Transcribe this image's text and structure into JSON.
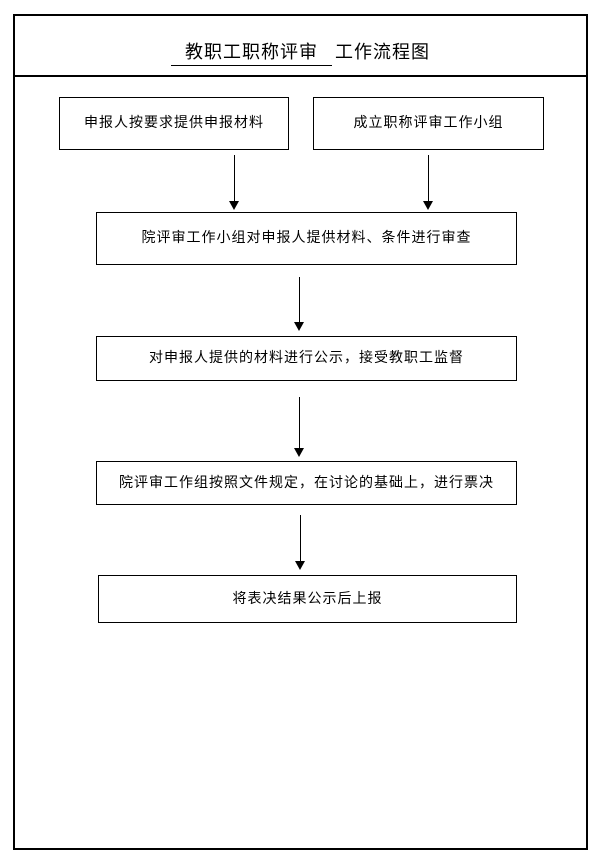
{
  "title": {
    "underlined_part": "教职工职称评审",
    "plain_part": "工作流程图"
  },
  "flowchart": {
    "start_nodes": [
      {
        "label": "申报人按要求提供申报材料"
      },
      {
        "label": "成立职称评审工作小组"
      }
    ],
    "steps": [
      {
        "label": "院评审工作小组对申报人提供材料、条件进行审查"
      },
      {
        "label": "对申报人提供的材料进行公示，接受教职工监督"
      },
      {
        "label": "院评审工作组按照文件规定，在讨论的基础上，进行票决"
      },
      {
        "label": "将表决结果公示后上报"
      }
    ]
  },
  "colors": {
    "line": "#000000",
    "background": "#ffffff"
  }
}
